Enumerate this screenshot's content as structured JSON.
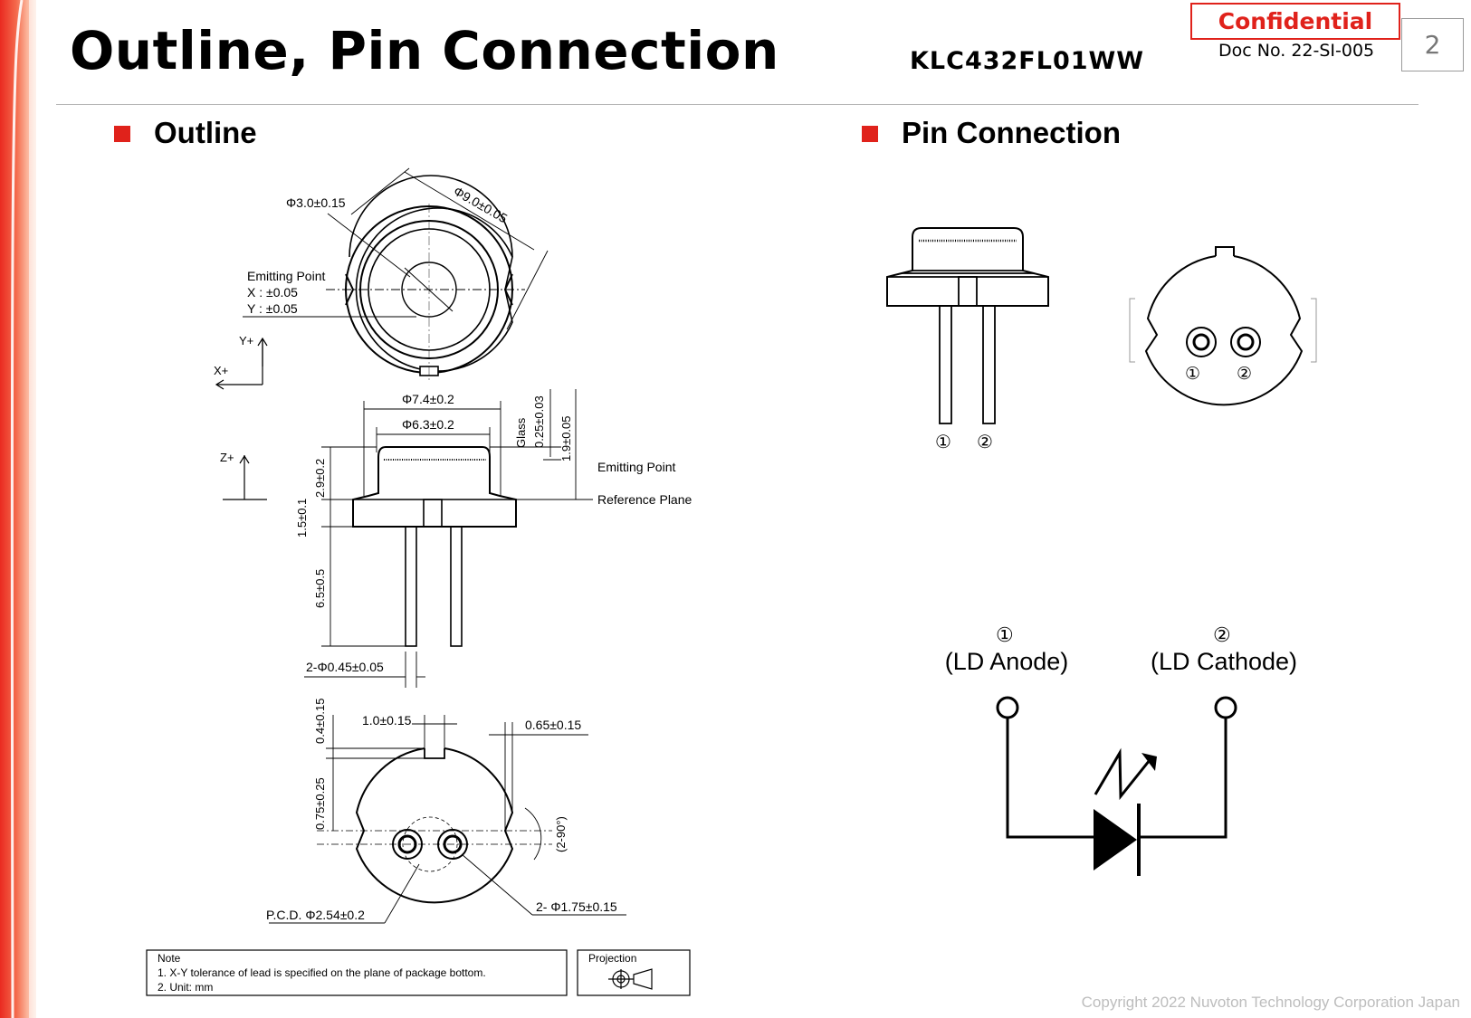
{
  "header": {
    "title": "Outline, Pin Connection",
    "model": "KLC432FL01WW",
    "confidential": "Confidential",
    "doc_no": "Doc No. 22-SI-005",
    "page": "2"
  },
  "sections": {
    "outline": "Outline",
    "pin_connection": "Pin Connection"
  },
  "outline_drawing": {
    "top_view": {
      "phi_inner": "Φ3.0±0.15",
      "phi_outer": "Φ9.0±0.05",
      "emitting_point": "Emitting Point",
      "x_tol": "X : ±0.05",
      "y_tol": "Y : ±0.05",
      "axis_y": "Y+",
      "axis_x": "X+"
    },
    "side_view": {
      "phi_74": "Φ7.4±0.2",
      "phi_63": "Φ6.3±0.2",
      "glass": "Glass",
      "glass_dim": "0.25±0.03",
      "dim_19": "1.9±0.05",
      "emitting_point": "Emitting Point",
      "reference_plane": "Reference Plane",
      "dim_29": "2.9±0.2",
      "dim_15": "1.5±0.1",
      "dim_65": "6.5±0.5",
      "lead_dia": "2-Φ0.45±0.05",
      "axis_z": "Z+"
    },
    "bottom_view": {
      "dim_04": "0.4±0.15",
      "dim_10": "1.0±0.15",
      "dim_065": "0.65±0.15",
      "dim_075": "0.75±0.25",
      "angle": "(2-90°)",
      "pcd": "P.C.D. Φ2.54±0.2",
      "pin_dia": "2- Φ1.75±0.15"
    },
    "note": {
      "heading": "Note",
      "line1": "1. X-Y tolerance of lead is specified on the plane of package bottom.",
      "line2": "2. Unit: mm"
    },
    "projection": "Projection"
  },
  "pin_drawing": {
    "pin1": "①",
    "pin2": "②",
    "anode": "(LD Anode)",
    "cathode": "(LD Cathode)"
  },
  "footer": {
    "copyright": "Copyright 2022 Nuvoton Technology Corporation Japan"
  },
  "colors": {
    "accent_red": "#e0221b",
    "side_bar": "#ef3e2e"
  }
}
